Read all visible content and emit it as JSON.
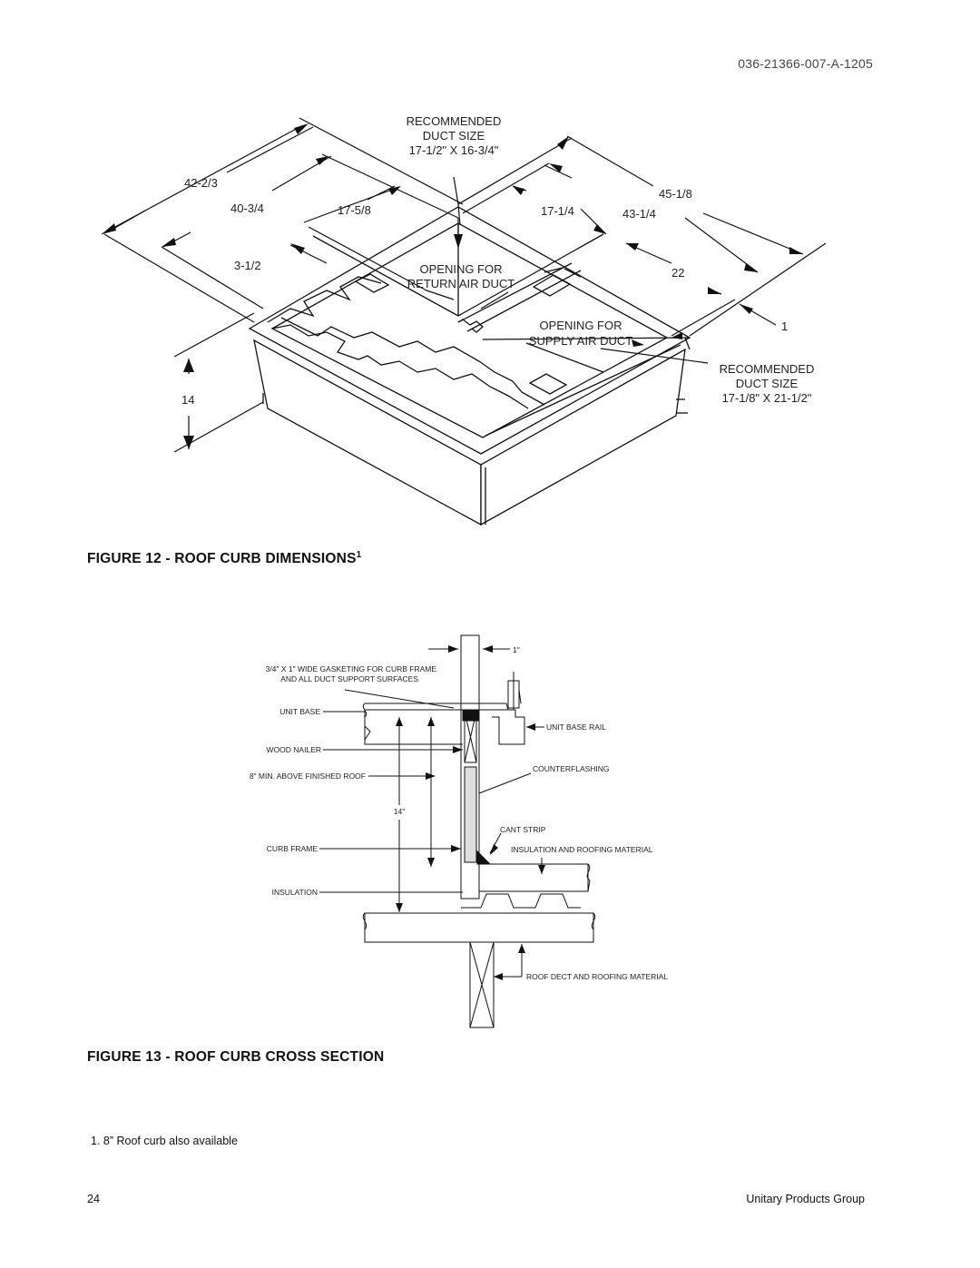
{
  "doc_id": "036-21366-007-A-1205",
  "figure12": {
    "caption": "FIGURE 12 -  ROOF CURB DIMENSIONS",
    "caption_sup": "1",
    "dims": {
      "d1": "42-2/3",
      "d2": "40-3/4",
      "d3": "17-5/8",
      "d4": "3-1/2",
      "d5": "17-1/4",
      "d6": "45-1/8",
      "d7": "43-1/4",
      "d8": "22",
      "d9": "1",
      "d10": "14"
    },
    "labels": {
      "rec_top_1": "RECOMMENDED",
      "rec_top_2": "DUCT SIZE",
      "rec_top_3": "17-1/2\" X 16-3/4\"",
      "return_1": "OPENING FOR",
      "return_2": "RETURN AIR DUCT",
      "supply_1": "OPENING FOR",
      "supply_2": "SUPPLY AIR DUCT",
      "rec_right_1": "RECOMMENDED",
      "rec_right_2": "DUCT SIZE",
      "rec_right_3": "17-1/8\" X 21-1/2\""
    }
  },
  "figure13": {
    "caption": "FIGURE 13 -  ROOF CURB CROSS SECTION",
    "labels": {
      "one_inch": "1\"",
      "gasket_1": "3/4\" X 1\" WIDE GASKETING FOR CURB FRAME",
      "gasket_2": "AND ALL DUCT SUPPORT SURFACES",
      "unit_base": "UNIT BASE",
      "unit_base_rail": "UNIT BASE RAIL",
      "wood_nailer": "WOOD NAILER",
      "counterflashing": "COUNTERFLASHING",
      "eight_min": "8\" MIN. ABOVE FINISHED ROOF",
      "fourteen": "14\"",
      "cant_strip": "CANT STRIP",
      "curb_frame": "CURB FRAME",
      "insulation_roofing": "INSULATION AND ROOFING MATERIAL",
      "insulation": "INSULATION",
      "roof_deck": "ROOF DECT AND ROOFING MATERIAL"
    }
  },
  "footnote": "1.  8” Roof curb also available",
  "page_number": "24",
  "company": "Unitary Products Group"
}
